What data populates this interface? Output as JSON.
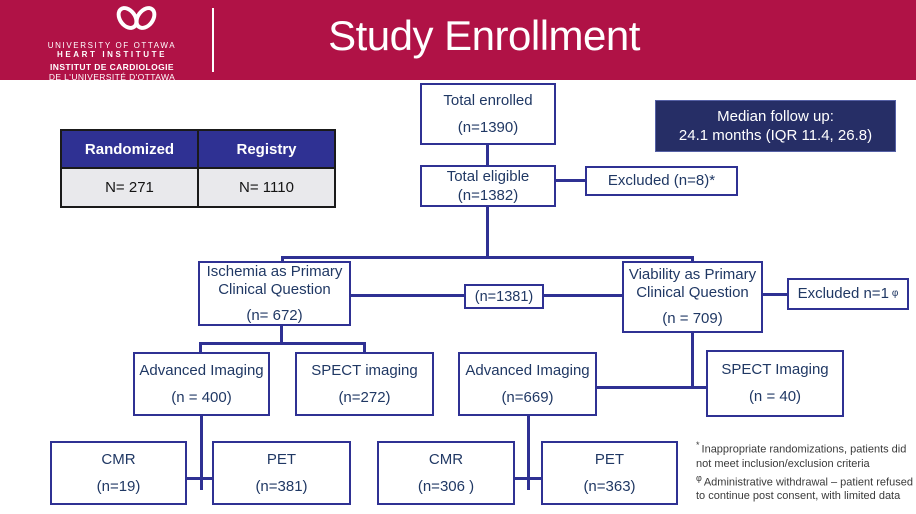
{
  "colors": {
    "crimson": "#B01246",
    "indigo": "#2F3193",
    "navy-text": "#203864",
    "navyfill": "#262E66",
    "tblhead": "#2F3193",
    "tblbody": "#E9E9EC"
  },
  "header": {
    "title": "Study Enrollment",
    "logo": {
      "line1": "UNIVERSITY OF OTTAWA",
      "line2": "HEART INSTITUTE",
      "line3": "INSTITUT DE CARDIOLOGIE",
      "line4": "DE L'UNIVERSITÉ D'OTTAWA"
    }
  },
  "median_box": {
    "line1": "Median follow up:",
    "line2": "24.1 months (IQR 11.4, 26.8)"
  },
  "summary_table": {
    "headers": [
      "Randomized",
      "Registry"
    ],
    "values": [
      "N= 271",
      "N= 1110"
    ]
  },
  "flow": {
    "total_enrolled": {
      "title": "Total enrolled",
      "n": "(n=1390)"
    },
    "total_eligible": {
      "title": "Total eligible",
      "n": "(n=1382)"
    },
    "excluded_initial": {
      "label": "Excluded (n=8)*"
    },
    "n_combined": {
      "label": "(n=1381)"
    },
    "ischemia": {
      "line1": "Ischemia as Primary",
      "line2": "Clinical Question",
      "n": "(n= 672)"
    },
    "viability": {
      "line1": "Viability as Primary",
      "line2": "Clinical Question",
      "n": "(n = 709)"
    },
    "excluded_viability": {
      "label": "Excluded n=1",
      "marker": "φ"
    },
    "ischemia_advanced": {
      "title": "Advanced Imaging",
      "n": "(n = 400)"
    },
    "ischemia_spect": {
      "title": "SPECT imaging",
      "n": "(n=272)"
    },
    "viability_advanced": {
      "title": "Advanced Imaging",
      "n": "(n=669)"
    },
    "viability_spect": {
      "title": "SPECT Imaging",
      "n": "(n = 40)"
    },
    "ischemia_cmr": {
      "title": "CMR",
      "n": "(n=19)"
    },
    "ischemia_pet": {
      "title": "PET",
      "n": "(n=381)"
    },
    "viability_cmr": {
      "title": "CMR",
      "n": "(n=306 )"
    },
    "viability_pet": {
      "title": "PET",
      "n": "(n=363)"
    }
  },
  "footnotes": [
    {
      "marker": "*",
      "text": "Inappropriate randomizations, patients did not meet inclusion/exclusion criteria"
    },
    {
      "marker": "φ",
      "text": "Administrative withdrawal – patient refused to continue post consent, with limited data"
    }
  ]
}
